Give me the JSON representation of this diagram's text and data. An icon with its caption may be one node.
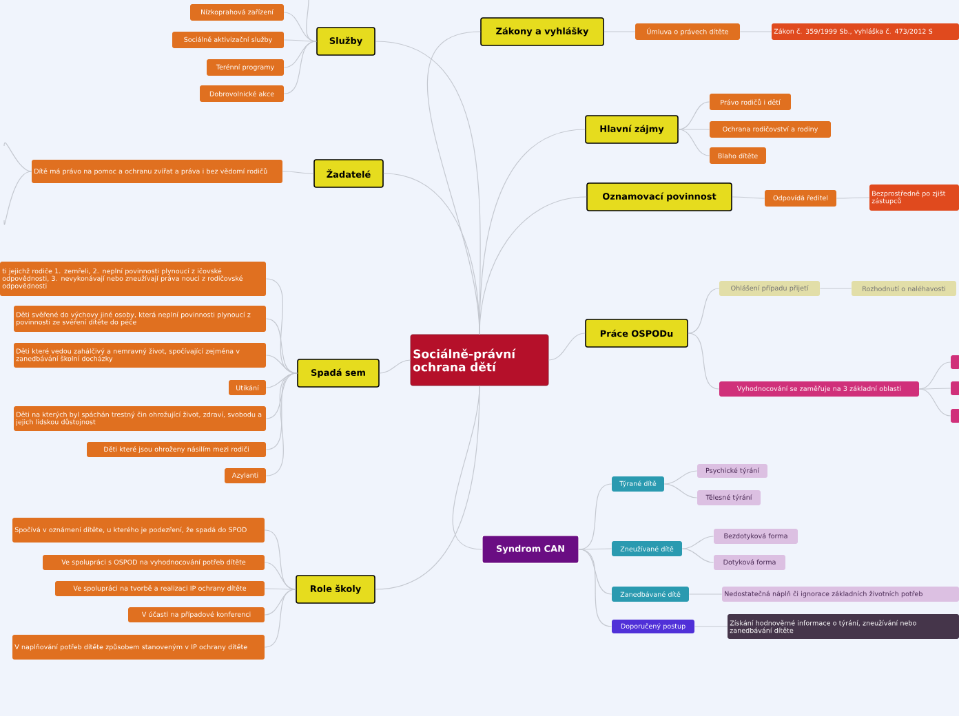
{
  "diagram": {
    "nodes": [
      {
        "text": [
          "Sociálně-právní ochrana dětí"
        ]
      },
      {
        "text": [
          "Služby"
        ]
      },
      {
        "text": [
          "Nízkoprahová zařízení"
        ]
      },
      {
        "text": [
          "Sociálně aktivizační služby"
        ]
      },
      {
        "text": [
          "Terénní programy"
        ]
      },
      {
        "text": [
          "Dobrovolnické akce"
        ]
      },
      {
        "text": [
          "Žadatelé"
        ]
      },
      {
        "text": [
          "Dítě má právo na pomoc a ochranu zvířat a práva i bez vědomí rodičů"
        ]
      },
      {
        "text": [
          "Spadá sem"
        ]
      },
      {
        "text": [
          "ti jejichž rodiče 1. zemřeli, 2. neplní povinnosti plynoucí z ičovské odpovědnosti, 3. nevykonávají nebo zneužívají práva nouci z rodičovské odpovědnosti"
        ]
      },
      {
        "text": [
          "Děti svěřené do výchovy jiné osoby, která neplní povinnosti plynoucí z povinnosti ze svěření dítěte do péče"
        ]
      },
      {
        "text": [
          "Děti které vedou zahálčivý a nemravný život, spočívající zejména v zanedbávání školní docházky"
        ]
      },
      {
        "text": [
          "Utíkání"
        ]
      },
      {
        "text": [
          "Děti na kterých byl spáchán trestný čin ohrožující život, zdraví, svobodu a jejich lidskou důstojnost"
        ]
      },
      {
        "text": [
          "Děti které jsou ohroženy násilím mezi rodiči"
        ]
      },
      {
        "text": [
          "Azylanti"
        ]
      },
      {
        "text": [
          "Role školy"
        ]
      },
      {
        "text": [
          "Spočívá v oznámení dítěte, u kterého je podezření, že spadá do SPOD"
        ]
      },
      {
        "text": [
          "Ve spolupráci s OSPOD na vyhodnocování potřeb dítěte"
        ]
      },
      {
        "text": [
          "Ve spolupráci na tvorbě a realizaci IP ochrany dítěte"
        ]
      },
      {
        "text": [
          "V účasti na případové konferenci"
        ]
      },
      {
        "text": [
          "V naplňování potřeb dítěte způsobem stanoveným v IP ochrany dítěte"
        ]
      },
      {
        "text": [
          "Zákony a vyhlášky"
        ]
      },
      {
        "text": [
          "Úmluva o právech dítěte"
        ]
      },
      {
        "text": [
          "Zákon č. 359/1999 Sb., vyhláška č. 473/2012 S"
        ]
      },
      {
        "text": [
          "Hlavní zájmy"
        ]
      },
      {
        "text": [
          "Právo rodičů i dětí"
        ]
      },
      {
        "text": [
          "Ochrana rodičovství a rodiny"
        ]
      },
      {
        "text": [
          "Blaho dítěte"
        ]
      },
      {
        "text": [
          "Oznamovací povinnost"
        ]
      },
      {
        "text": [
          "Odpovídá ředitel"
        ]
      },
      {
        "text": [
          "Bezprostředně po zjišt zástupců"
        ]
      },
      {
        "text": [
          "Práce OSPODu"
        ]
      },
      {
        "text": [
          "Ohlášení případu přijetí"
        ]
      },
      {
        "text": [
          "Rozhodnutí o naléhavosti"
        ]
      },
      {
        "text": [
          "Vyhodnocování se zaměřuje na 3 základní oblasti"
        ]
      },
      {
        "text": [],
        "shape": "box"
      },
      {
        "text": [],
        "shape": "box"
      },
      {
        "text": [],
        "shape": "box"
      },
      {
        "text": [
          "Syndrom CAN"
        ]
      },
      {
        "text": [
          "Týrané dítě"
        ]
      },
      {
        "text": [
          "Psychické týrání"
        ]
      },
      {
        "text": [
          "Tělesné týrání"
        ]
      },
      {
        "text": [
          "Zneužívané dítě"
        ]
      },
      {
        "text": [
          "Bezdotyková forma"
        ]
      },
      {
        "text": [
          "Dotyková forma"
        ]
      },
      {
        "text": [
          "Zanedbávané dítě"
        ]
      },
      {
        "text": [
          "Nedostatečná náplň či ignorace základních životních potřeb"
        ]
      },
      {
        "text": [
          "Doporučený postup"
        ]
      },
      {
        "text": [
          "Získání hodnověrné informace o týrání, zneužívání nebo zanedbávání dítěte"
        ]
      }
    ],
    "edges": [
      {
        "from": 0,
        "to": 1,
        "arrow": "none"
      },
      {
        "from": 1,
        "to": 2,
        "arrow": "none"
      },
      {
        "from": 1,
        "to": 3,
        "arrow": "none"
      },
      {
        "from": 1,
        "to": 4,
        "arrow": "none"
      },
      {
        "from": 1,
        "to": 5,
        "arrow": "none"
      },
      {
        "from": 0,
        "to": 6,
        "arrow": "none"
      },
      {
        "from": 6,
        "to": 7,
        "arrow": "none"
      },
      {
        "from": 0,
        "to": 8,
        "arrow": "none"
      },
      {
        "from": 8,
        "to": 9,
        "arrow": "none"
      },
      {
        "from": 8,
        "to": 10,
        "arrow": "none"
      },
      {
        "from": 8,
        "to": 11,
        "arrow": "none"
      },
      {
        "from": 8,
        "to": 12,
        "arrow": "none"
      },
      {
        "from": 8,
        "to": 13,
        "arrow": "none"
      },
      {
        "from": 8,
        "to": 14,
        "arrow": "none"
      },
      {
        "from": 8,
        "to": 15,
        "arrow": "none"
      },
      {
        "from": 0,
        "to": 16,
        "arrow": "none"
      },
      {
        "from": 16,
        "to": 17,
        "arrow": "none"
      },
      {
        "from": 16,
        "to": 18,
        "arrow": "none"
      },
      {
        "from": 16,
        "to": 19,
        "arrow": "none"
      },
      {
        "from": 16,
        "to": 20,
        "arrow": "none"
      },
      {
        "from": 16,
        "to": 21,
        "arrow": "none"
      },
      {
        "from": 0,
        "to": 22,
        "arrow": "none"
      },
      {
        "from": 22,
        "to": 23,
        "arrow": "none"
      },
      {
        "from": 23,
        "to": 24,
        "arrow": "none"
      },
      {
        "from": 0,
        "to": 25,
        "arrow": "none"
      },
      {
        "from": 25,
        "to": 26,
        "arrow": "none"
      },
      {
        "from": 25,
        "to": 27,
        "arrow": "none"
      },
      {
        "from": 25,
        "to": 28,
        "arrow": "none"
      },
      {
        "from": 0,
        "to": 29,
        "arrow": "none"
      },
      {
        "from": 29,
        "to": 30,
        "arrow": "none"
      },
      {
        "from": 30,
        "to": 31,
        "arrow": "none"
      },
      {
        "from": 0,
        "to": 32,
        "arrow": "none"
      },
      {
        "from": 32,
        "to": 33,
        "arrow": "none"
      },
      {
        "from": 33,
        "to": 34,
        "arrow": "none"
      },
      {
        "from": 32,
        "to": 35,
        "arrow": "none"
      },
      {
        "from": 35,
        "to": 36,
        "arrow": "none"
      },
      {
        "from": 35,
        "to": 37,
        "arrow": "none"
      },
      {
        "from": 35,
        "to": 38,
        "arrow": "none"
      },
      {
        "from": 0,
        "to": 39,
        "arrow": "none"
      },
      {
        "from": 39,
        "to": 40,
        "arrow": "none"
      },
      {
        "from": 40,
        "to": 41,
        "arrow": "none"
      },
      {
        "from": 40,
        "to": 42,
        "arrow": "none"
      },
      {
        "from": 39,
        "to": 43,
        "arrow": "none"
      },
      {
        "from": 43,
        "to": 44,
        "arrow": "none"
      },
      {
        "from": 43,
        "to": 45,
        "arrow": "none"
      },
      {
        "from": 39,
        "to": 46,
        "arrow": "none"
      },
      {
        "from": 46,
        "to": 47,
        "arrow": "none"
      },
      {
        "from": 39,
        "to": 48,
        "arrow": "none"
      },
      {
        "from": 48,
        "to": 49,
        "arrow": "none"
      },
      {
        "from": 1,
        "to": null,
        "arrow": "none"
      },
      {
        "from": 7,
        "to": null,
        "arrow": "none"
      },
      {
        "from": 7,
        "to": null,
        "arrow": "none"
      }
    ]
  }
}
